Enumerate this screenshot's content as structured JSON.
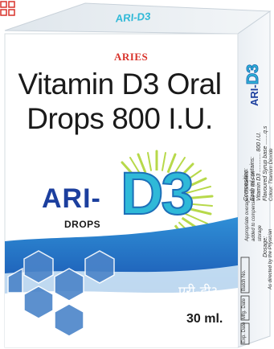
{
  "brand": {
    "name": "ARIES"
  },
  "top_flap": {
    "brand": "ARI-D3"
  },
  "front": {
    "title_line1": "Vitamin D3 Oral",
    "title_line2": "Drops 800 I.U.",
    "logo_prefix": "ARI-",
    "logo_suffix": "D3",
    "form": "DROPS",
    "hindi_name": "एरी-डी३",
    "volume": "30 ml."
  },
  "side_panel": {
    "logo_prefix": "ARI-",
    "logo_suffix": "D3",
    "composition_heading": "Composition:",
    "composition_lines": [
      "Each ml contains:",
      "Vitamin D3 ............ 800 I.U.",
      "Flavoured Syrup base .......q.s",
      "Colour: Titanium Dioxide"
    ],
    "storage_lines": [
      "Appropriate overages of vitamins",
      "added to compensate for loss on",
      "storage"
    ],
    "dosage_heading": "Dosage:",
    "dosage_line": "As directed by the Physician",
    "boxes": [
      "Batch No.",
      "Mfg. Date",
      "Exp. Date"
    ]
  },
  "colors": {
    "accent_blue": "#1c3f9e",
    "accent_cyan": "#2fb9d8",
    "ray_green": "#b7d94a",
    "brand_red": "#d8322a"
  }
}
